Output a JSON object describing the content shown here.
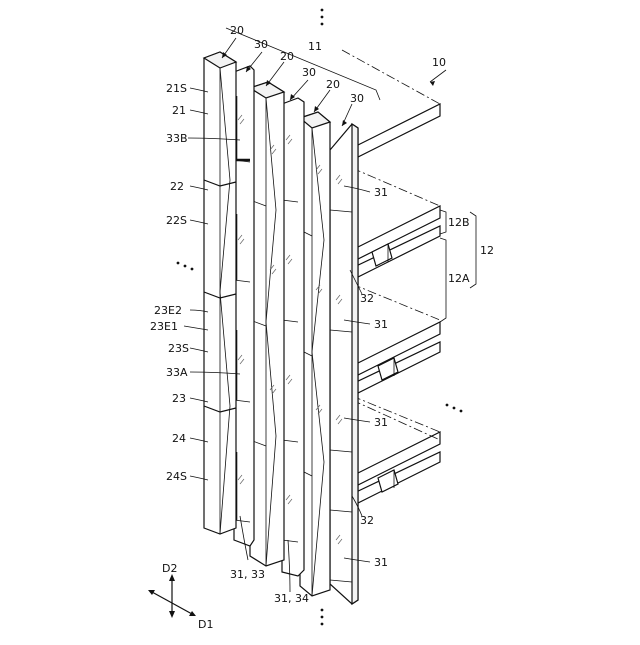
{
  "labels": {
    "n10": "10",
    "n11": "11",
    "n12": "12",
    "n12A": "12A",
    "n12B": "12B",
    "n20a": "20",
    "n20b": "20",
    "n20c": "20",
    "n30a": "30",
    "n30b": "30",
    "n30c": "30",
    "n21S": "21S",
    "n21": "21",
    "n33B": "33B",
    "n22": "22",
    "n22S": "22S",
    "n23E2": "23E2",
    "n23E1": "23E1",
    "n23S": "23S",
    "n33A": "33A",
    "n23": "23",
    "n24": "24",
    "n24S": "24S",
    "n31a": "31",
    "n31b": "31",
    "n31c": "31",
    "n31d": "31",
    "n32a": "32",
    "n32b": "32",
    "n3133": "31, 33",
    "n3134": "31, 34",
    "d1": "D1",
    "d2": "D2"
  }
}
